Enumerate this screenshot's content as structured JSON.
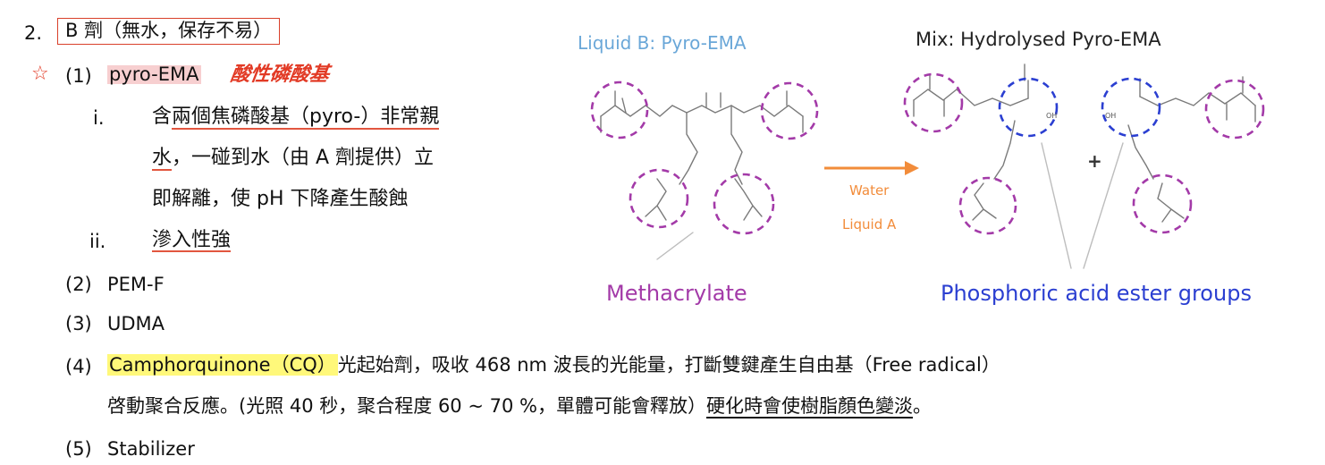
{
  "item2": {
    "number": "2.",
    "heading": "B 劑（無水，保存不易）"
  },
  "star_mark": "☆",
  "sub1": {
    "number": "(1)",
    "label": "pyro-EMA",
    "handwritten_note": "酸性磷酸基"
  },
  "sub1_i": {
    "numeral": "i.",
    "line1_pre": "含",
    "line1_underlined": "兩個焦磷酸基（pyro-）非常親",
    "line2_underlined": "水",
    "line2_rest": "，一碰到水（由 A 劑提供）立",
    "line3": "即解離，使 pH 下降產生酸蝕"
  },
  "sub1_ii": {
    "numeral": "ii.",
    "text": "滲入性強"
  },
  "sub2": {
    "number": "(2)",
    "text": "PEM-F"
  },
  "sub3": {
    "number": "(3)",
    "text": "UDMA"
  },
  "sub4": {
    "number": "(4)",
    "highlighted": "Camphorquinone（CQ）",
    "line1_rest": "光起始劑，吸收 468 nm 波長的光能量，打斷雙鍵產生自由基（Free radical）",
    "line2_pre": "啓動聚合反應。(光照 40 秒，聚合程度 60 ~ 70 %，單體可能會釋放）",
    "line2_underlined": "硬化時會使樹脂顏色變淡",
    "line2_end": "。"
  },
  "sub5": {
    "number": "(5)",
    "text": "Stabilizer"
  },
  "diagram": {
    "liquid_b_title": "Liquid B: Pyro-EMA",
    "mix_title": "Mix: Hydrolysed Pyro-EMA",
    "arrow_label_top": "Water",
    "arrow_label_bottom": "Liquid A",
    "methacrylate_label": "Methacrylate",
    "phosphoric_label": "Phosphoric acid ester groups",
    "plus": "+",
    "oh_left": "OH",
    "oh_right": "OH",
    "colors": {
      "liquid_b": "#6aa7d8",
      "mix": "#222222",
      "arrow": "#f28c3a",
      "methacrylate": "#a33aa8",
      "phosphoric": "#2b3fd1"
    }
  }
}
